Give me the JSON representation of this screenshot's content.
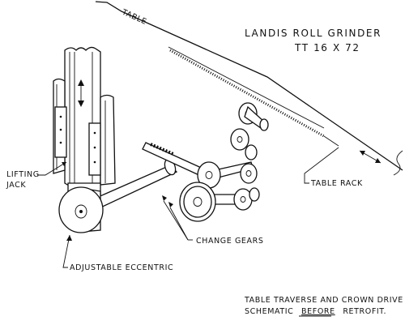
{
  "title": {
    "line1": "LANDIS  ROLL  GRINDER",
    "line2": "TT  16  X  72"
  },
  "labels": {
    "table": "TABLE",
    "table_rack": "TABLE  RACK",
    "lifting_jack_1": "LIFTING",
    "lifting_jack_2": "JACK",
    "change_gears": "CHANGE  GEARS",
    "adjustable_eccentric": "ADJUSTABLE  ECCENTRIC"
  },
  "caption": {
    "line1": "TABLE  TRAVERSE  AND  CROWN  DRIVE",
    "line2_pre": "SCHEMATIC",
    "line2_underlined": "BEFORE",
    "line2_post": "RETROFIT."
  }
}
